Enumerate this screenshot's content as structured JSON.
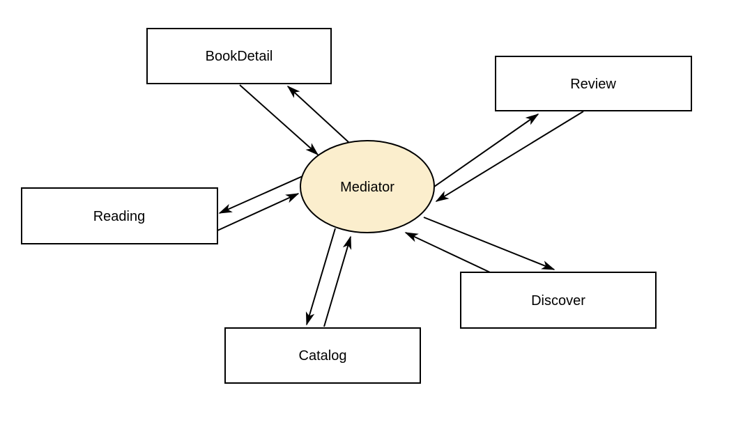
{
  "diagram": {
    "type": "mediator-pattern",
    "mediator": {
      "label": "Mediator",
      "shape": "ellipse"
    },
    "nodes": [
      {
        "id": "bookdetail",
        "label": "BookDetail",
        "shape": "rectangle"
      },
      {
        "id": "review",
        "label": "Review",
        "shape": "rectangle"
      },
      {
        "id": "reading",
        "label": "Reading",
        "shape": "rectangle"
      },
      {
        "id": "discover",
        "label": "Discover",
        "shape": "rectangle"
      },
      {
        "id": "catalog",
        "label": "Catalog",
        "shape": "rectangle"
      }
    ],
    "edges": [
      {
        "from": "BookDetail",
        "to": "Mediator",
        "direction": "both"
      },
      {
        "from": "Review",
        "to": "Mediator",
        "direction": "both"
      },
      {
        "from": "Reading",
        "to": "Mediator",
        "direction": "both"
      },
      {
        "from": "Discover",
        "to": "Mediator",
        "direction": "both"
      },
      {
        "from": "Catalog",
        "to": "Mediator",
        "direction": "both"
      }
    ],
    "colors": {
      "background": "#FFFFFF",
      "node_fill": "#FFFFFF",
      "mediator_fill": "#FBEECD",
      "stroke": "#000000"
    }
  }
}
